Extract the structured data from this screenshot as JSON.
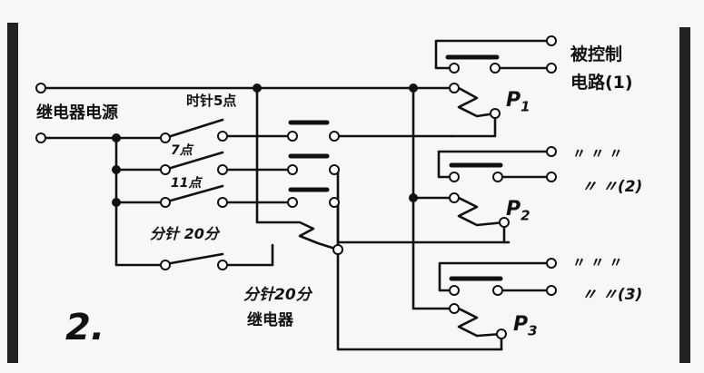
{
  "figure_number": "2.",
  "labels": {
    "power_supply": "继电器电源",
    "clock_5": "时针5点",
    "clock_7": "7点",
    "clock_11": "11点",
    "minute_20": "分针 20分",
    "minute_relay_l1": "分针20分",
    "minute_relay_l2": "继电器",
    "controlled_l1": "被控制",
    "controlled_l2": "电路(1)",
    "circuit2_top": "〃 〃 〃",
    "circuit2_bottom": "〃 〃(2)",
    "circuit3_top": "〃 〃 〃",
    "circuit3_bottom": "〃 〃(3)"
  },
  "relays": [
    {
      "name": "P",
      "sub": "1"
    },
    {
      "name": "P",
      "sub": "2"
    },
    {
      "name": "P",
      "sub": "3"
    }
  ],
  "colors": {
    "ink": "#111111",
    "paper": "#f7f7f5"
  }
}
